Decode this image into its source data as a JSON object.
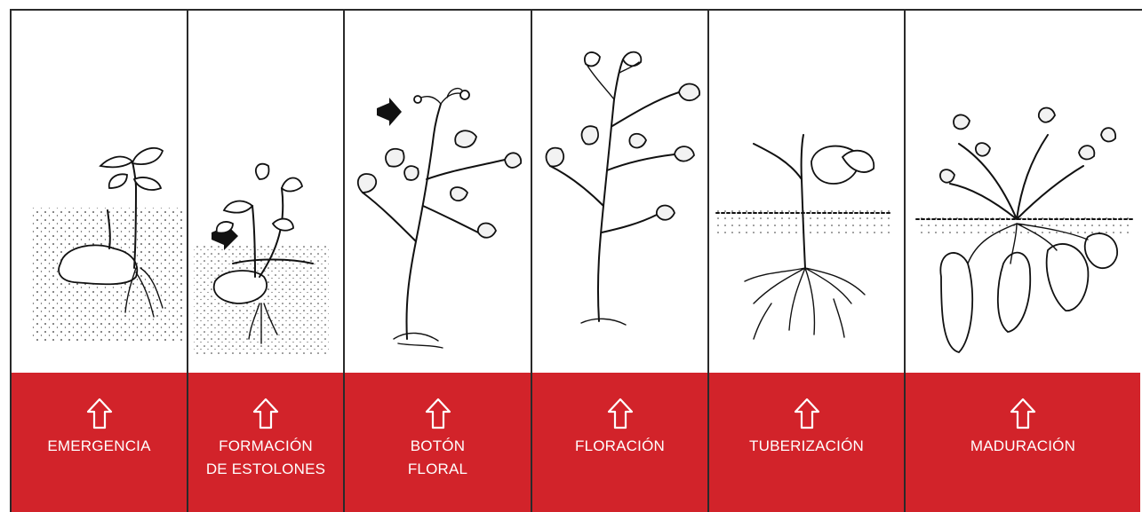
{
  "colors": {
    "band": "#d2232a",
    "label_text": "#ffffff",
    "lines": "#2a2a2a"
  },
  "stages": [
    {
      "label_lines": [
        "EMERGENCIA"
      ],
      "icon": "up-arrow-icon",
      "illustration": "emerging-sprout"
    },
    {
      "label_lines": [
        "FORMACIÓN",
        "DE ESTOLONES"
      ],
      "icon": "up-arrow-icon",
      "illustration": "stolon-formation",
      "pointer": "black-arrow"
    },
    {
      "label_lines": [
        "BOTÓN",
        "FLORAL"
      ],
      "icon": "up-arrow-icon",
      "illustration": "flower-bud",
      "pointer": "black-arrow"
    },
    {
      "label_lines": [
        "FLORACIÓN"
      ],
      "icon": "up-arrow-icon",
      "illustration": "flowering-plant"
    },
    {
      "label_lines": [
        "TUBERIZACIÓN"
      ],
      "icon": "up-arrow-icon",
      "illustration": "tuber-initiation"
    },
    {
      "label_lines": [
        "MADURACIÓN"
      ],
      "icon": "up-arrow-icon",
      "illustration": "mature-tubers"
    }
  ]
}
